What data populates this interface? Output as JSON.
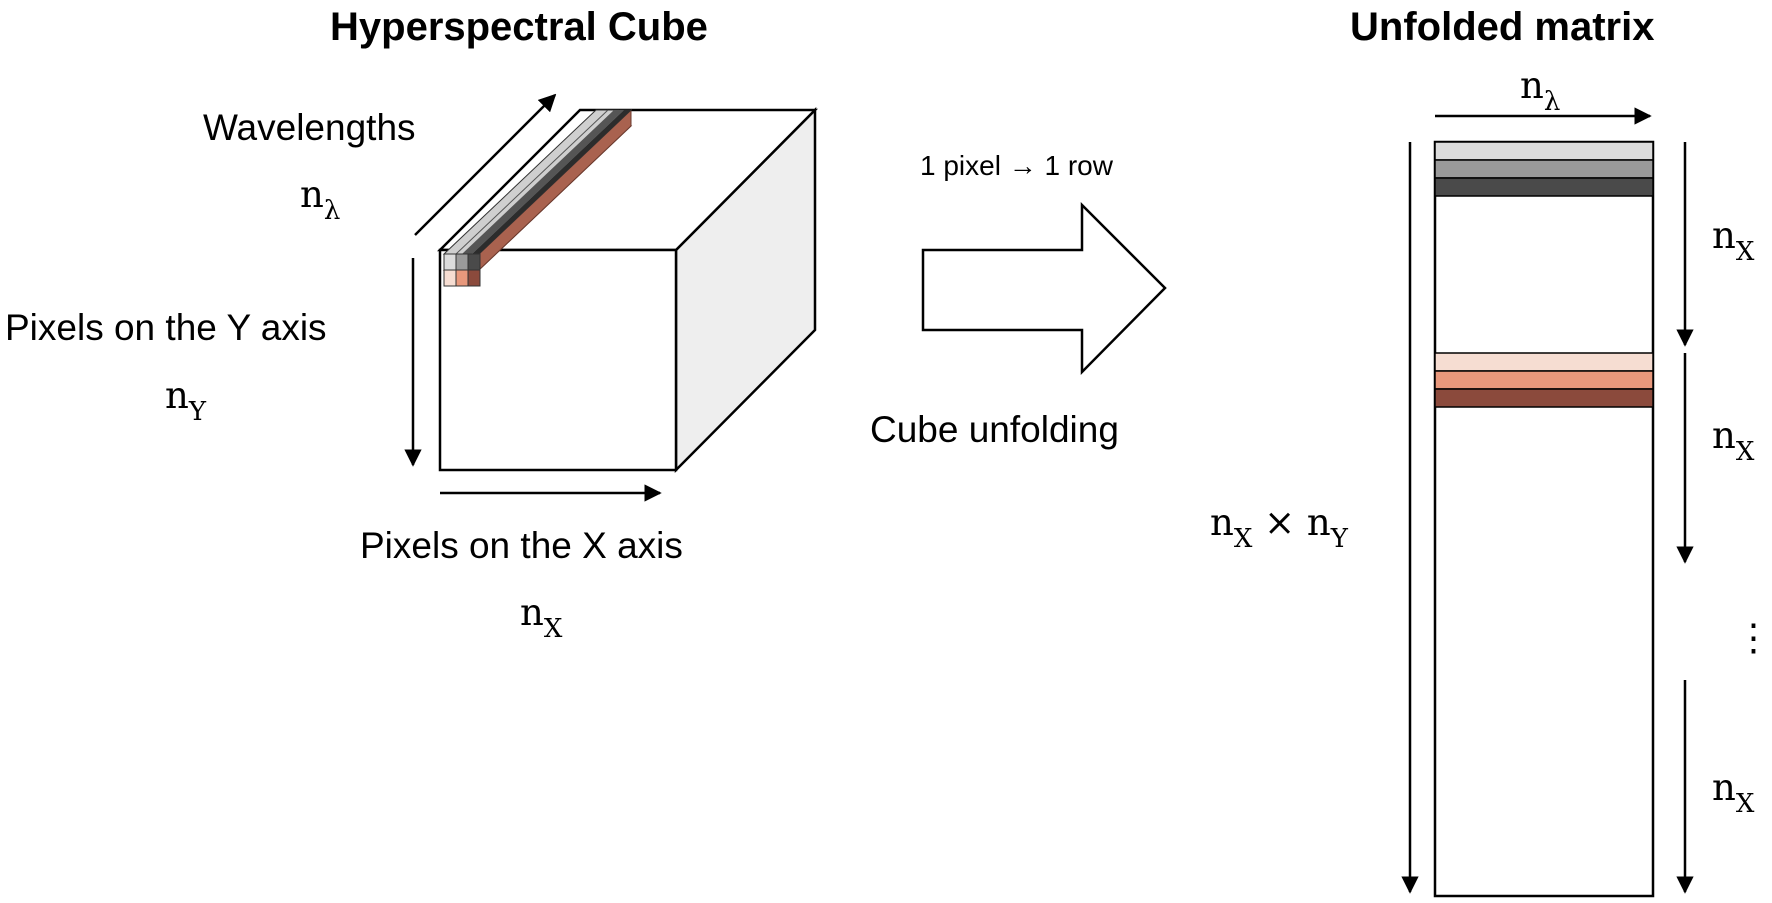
{
  "cube": {
    "title": "Hyperspectral Cube",
    "wavelength_label": "Wavelengths",
    "y_axis_label": "Pixels on the Y axis",
    "x_axis_label": "Pixels on the X axis",
    "n_symbol": "n",
    "lambda_sub": "λ",
    "y_sub": "Y",
    "x_sub": "X"
  },
  "transform": {
    "caption_top": "1 pixel → 1 row",
    "caption_bottom": "Cube unfolding"
  },
  "matrix": {
    "title": "Unfolded matrix",
    "times": " × ",
    "ellipsis": "⋮"
  },
  "colors": {
    "gray_rows": [
      "#dcdcdc",
      "#9a9a9a",
      "#4a4a4a"
    ],
    "red_rows": [
      "#f6ddd2",
      "#e8987c",
      "#8b4a3c"
    ],
    "cube_side": "#eeeeee",
    "stroke": "#000000"
  }
}
